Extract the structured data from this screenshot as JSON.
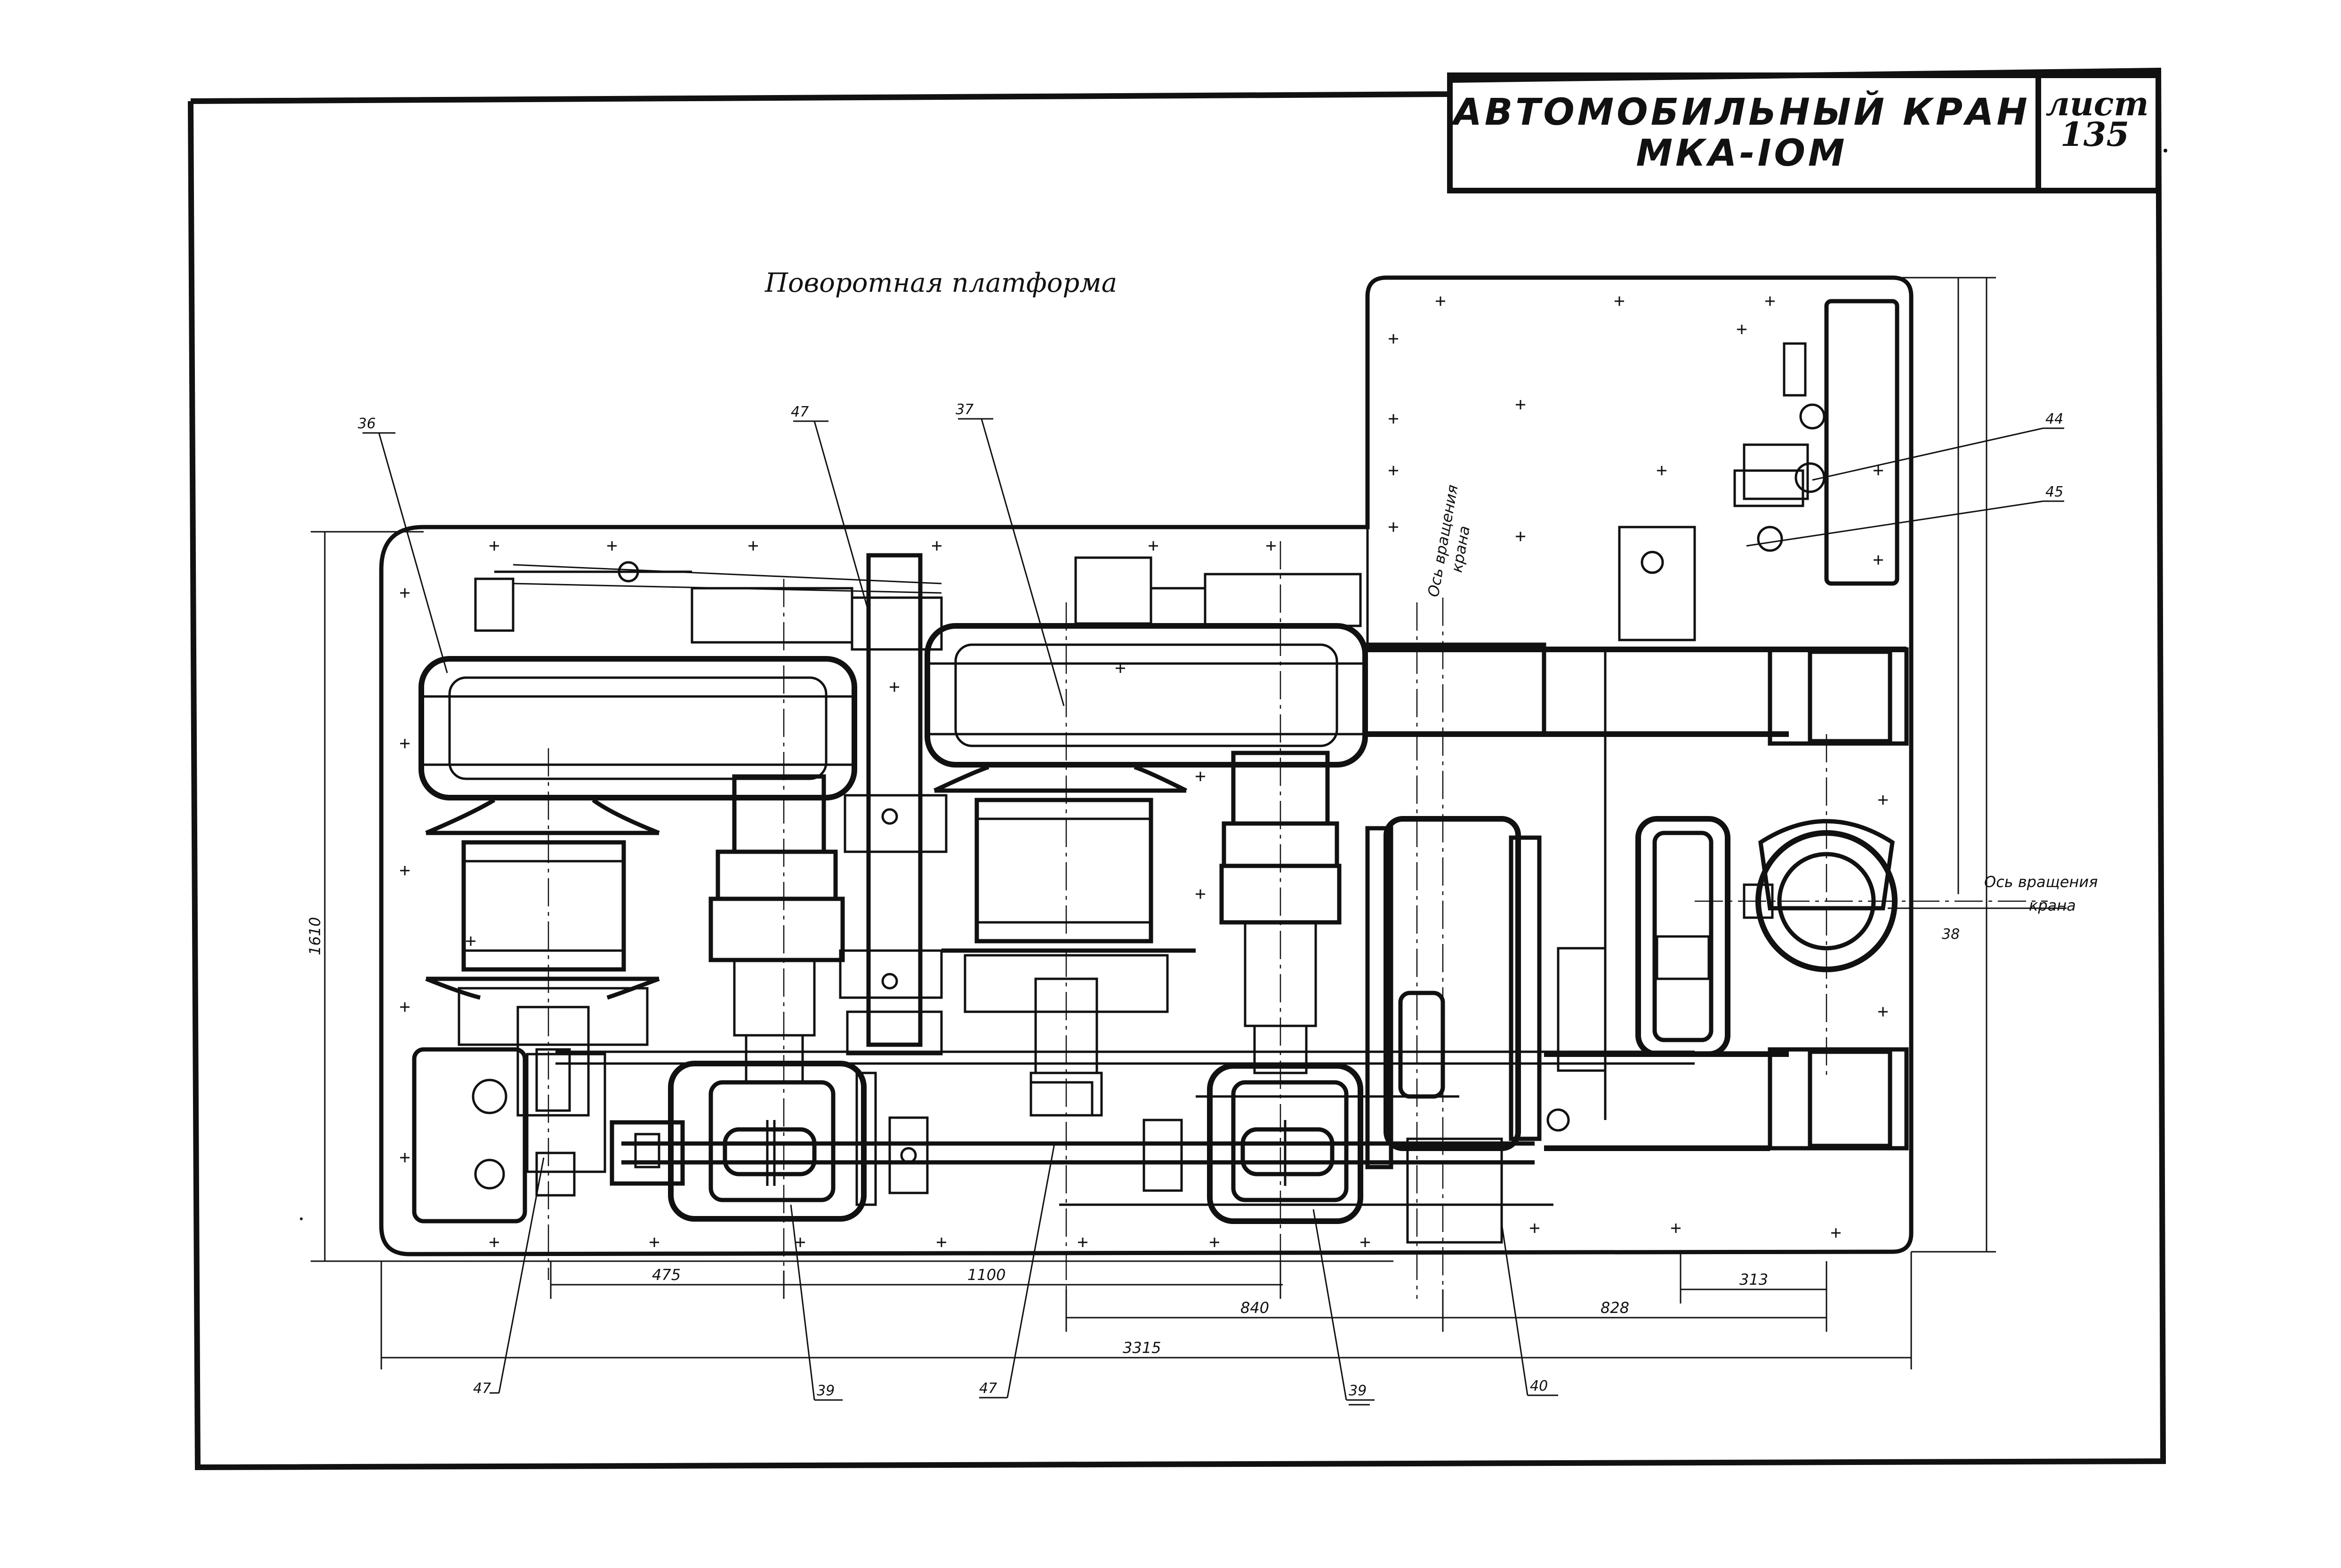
{
  "title_block": {
    "title_line1": "АВТОМОБИЛЬНЫЙ  КРАН",
    "title_line2": "МКА-IOM",
    "sheet_label": "лист",
    "sheet_number": "135"
  },
  "drawing": {
    "subtitle": "Поворотная платформа",
    "callouts": {
      "c36": "36",
      "c37": "37",
      "c38": "38",
      "c39a": "39",
      "c39b": "39",
      "c40": "40",
      "c44": "44",
      "c45": "45",
      "c47a": "47",
      "c47b": "47",
      "c47c": "47"
    },
    "dimensions": {
      "height": "1610",
      "d475": "475",
      "d1100": "1100",
      "d840": "840",
      "d828": "828",
      "d313": "313",
      "d3315": "3315"
    },
    "axis_labels": {
      "vertical_line1": "Ось вращения",
      "vertical_line2": "крана",
      "horizontal_line1": "Ось вращения",
      "horizontal_line2": "крана"
    }
  }
}
